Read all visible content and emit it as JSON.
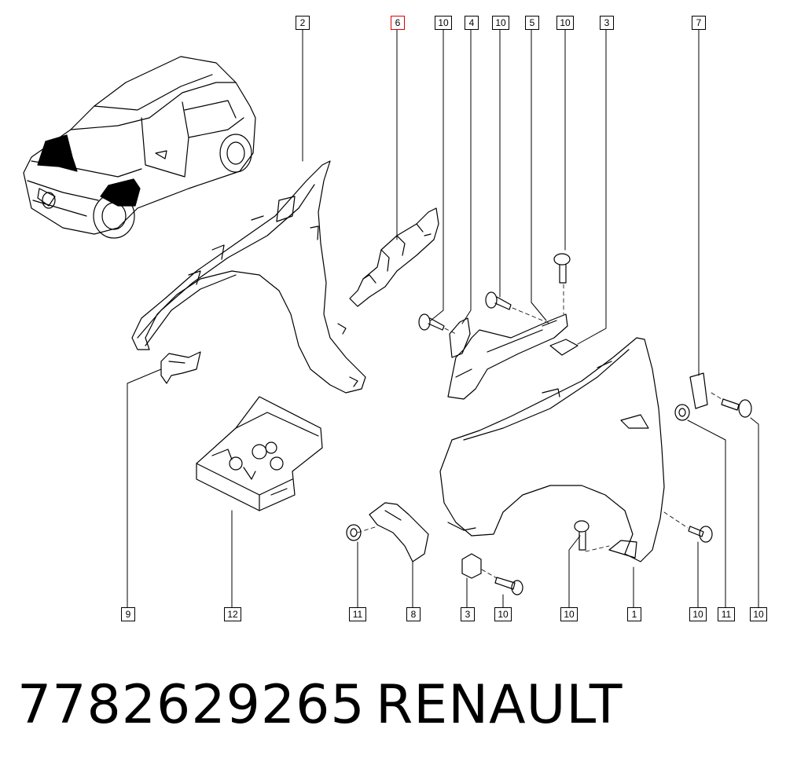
{
  "callouts_top": [
    "2",
    "6",
    "10",
    "4",
    "10",
    "5",
    "10",
    "3",
    "7"
  ],
  "callouts_bottom": [
    "9",
    "12",
    "11",
    "8",
    "3",
    "10",
    "10",
    "1",
    "10",
    "11",
    "10"
  ],
  "highlighted_callout": "6",
  "part_number": "7782629265",
  "brand": "RENAULT",
  "colors": {
    "line": "#000000",
    "highlight": "#e00000",
    "background": "#ffffff"
  }
}
